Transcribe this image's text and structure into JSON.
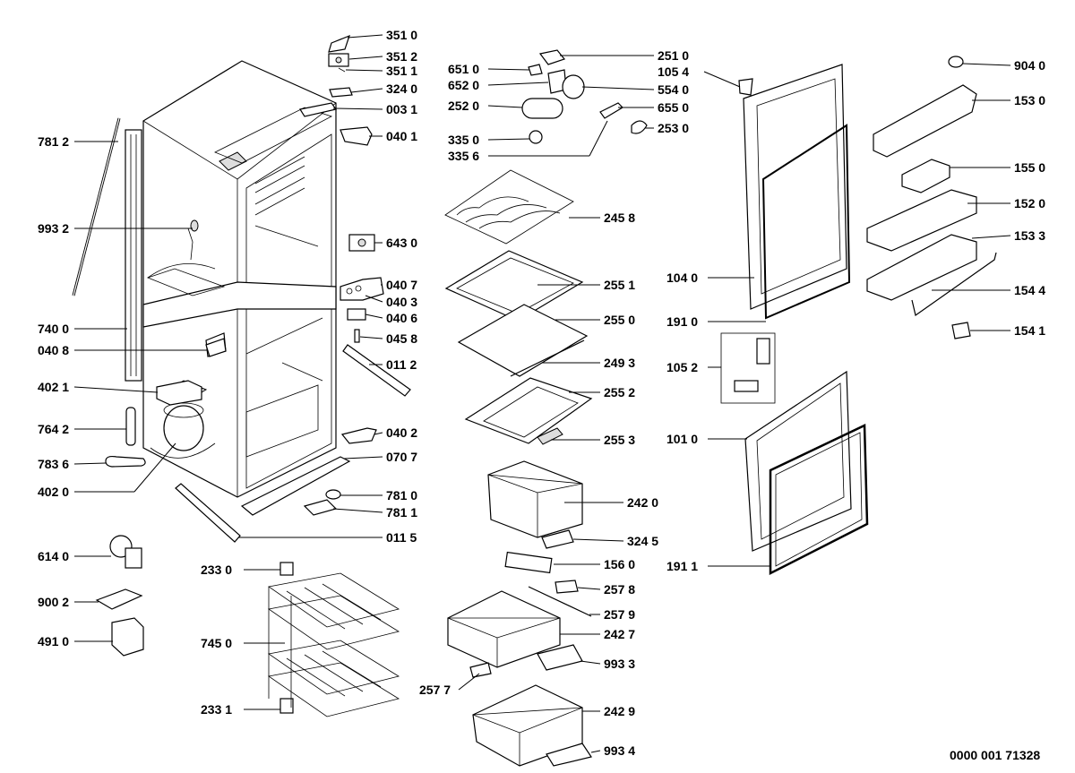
{
  "drawing_number": "0000 001 71328",
  "labels": {
    "p3510": "351 0",
    "p3512": "351 2",
    "p3511": "351 1",
    "p3240": "324 0",
    "p0031": "003 1",
    "p0401": "040 1",
    "p7812": "781 2",
    "p9932": "993 2",
    "p6430": "643 0",
    "p0407": "040 7",
    "p0403": "040 3",
    "p0406": "040 6",
    "p0458": "045 8",
    "p7400": "740 0",
    "p0408": "040 8",
    "p0112": "011 2",
    "p4021": "402 1",
    "p7642": "764 2",
    "p0402": "040 2",
    "p7836": "783 6",
    "p0707": "070 7",
    "p4020": "402 0",
    "p7810": "781 0",
    "p7811": "781 1",
    "p0115": "011 5",
    "p6140": "614 0",
    "p2330": "233 0",
    "p9002": "900 2",
    "p4910": "491 0",
    "p7450": "745 0",
    "p2331": "233 1",
    "p2510": "251 0",
    "p1054": "105 4",
    "p6510": "651 0",
    "p6520": "652 0",
    "p5540": "554 0",
    "p2520": "252 0",
    "p6550": "655 0",
    "p2530": "253 0",
    "p3350": "335 0",
    "p3356": "335 6",
    "p2458": "245 8",
    "p2551": "255 1",
    "p2550": "255 0",
    "p2493": "249 3",
    "p2552": "255 2",
    "p2553": "255 3",
    "p2420": "242 0",
    "p3245": "324 5",
    "p1560": "156 0",
    "p2578": "257 8",
    "p2579": "257 9",
    "p2427": "242 7",
    "p9933": "993 3",
    "p2577": "257 7",
    "p2429": "242 9",
    "p9934": "993 4",
    "p9040": "904 0",
    "p1530": "153 0",
    "p1550": "155 0",
    "p1520": "152 0",
    "p1533": "153 3",
    "p1544": "154 4",
    "p1541": "154 1",
    "p1040": "104 0",
    "p1910": "191 0",
    "p1052": "105 2",
    "p1010": "101 0",
    "p1911": "191 1"
  }
}
